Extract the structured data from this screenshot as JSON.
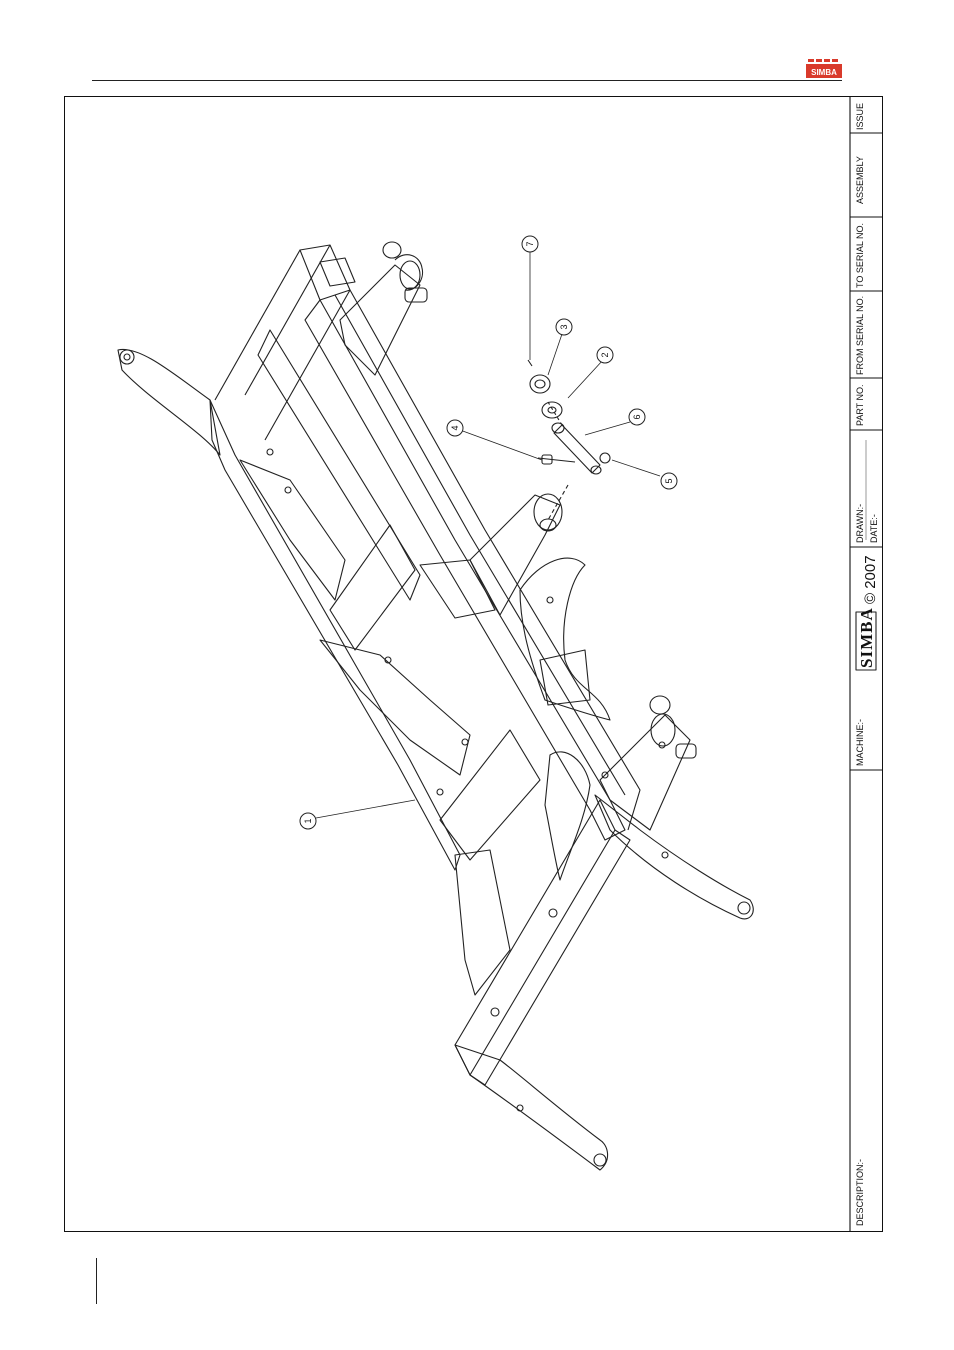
{
  "header": {
    "logo_icon": "simba-brand-logo",
    "logo_color": "#d93a2b"
  },
  "title_block": {
    "description_label": "DESCRIPTION:-",
    "machine_label": "MACHINE:-",
    "brand_text": "SIMBA",
    "copyright": "© 2007",
    "drawn_label": "DRAWN:-",
    "date_label": "DATE:-",
    "part_no_label": "PART NO.",
    "from_serial_label": "FROM SERIAL NO.",
    "to_serial_label": "TO SERIAL NO.",
    "assembly_label": "ASSEMBLY",
    "issue_label": "ISSUE"
  },
  "balloons": [
    "1",
    "2",
    "3",
    "4",
    "5",
    "6",
    "7"
  ]
}
